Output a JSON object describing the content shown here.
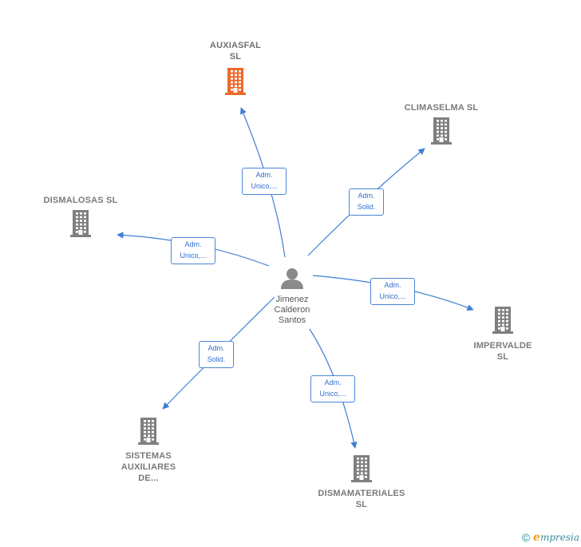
{
  "person": {
    "name": "Jimenez\nCalderon\nSantos",
    "icon": "person-icon"
  },
  "companies": [
    {
      "id": "auxiasfal",
      "name": "AUXIASFAL\nSL",
      "highlight": true,
      "color": "#f0682a",
      "icon": "building-icon"
    },
    {
      "id": "climaselma",
      "name": "CLIMASELMA SL",
      "highlight": false,
      "color": "#7f7f7f",
      "icon": "building-icon"
    },
    {
      "id": "dismalosas",
      "name": "DISMALOSAS SL",
      "highlight": false,
      "color": "#7f7f7f",
      "icon": "building-icon"
    },
    {
      "id": "impervalde",
      "name": "IMPERVALDE\nSL",
      "highlight": false,
      "color": "#7f7f7f",
      "icon": "building-icon"
    },
    {
      "id": "sistemas",
      "name": "SISTEMAS\nAUXILIARES\nDE...",
      "highlight": false,
      "color": "#7f7f7f",
      "icon": "building-icon"
    },
    {
      "id": "dismamateriales",
      "name": "DISMAMATERIALES\nSL",
      "highlight": false,
      "color": "#7f7f7f",
      "icon": "building-icon"
    }
  ],
  "edges": [
    {
      "target": "auxiasfal",
      "label": "Adm.\nUnico,..."
    },
    {
      "target": "climaselma",
      "label": "Adm.\nSolid."
    },
    {
      "target": "dismalosas",
      "label": "Adm.\nUnico,..."
    },
    {
      "target": "impervalde",
      "label": "Adm.\nUnico,..."
    },
    {
      "target": "sistemas",
      "label": "Adm.\nSolid."
    },
    {
      "target": "dismamateriales",
      "label": "Adm.\nUnico,..."
    }
  ],
  "colors": {
    "edge": "#3f7fd6",
    "company_default": "#7f7f7f",
    "company_highlight": "#f0682a",
    "person": "#8a8a8a"
  },
  "footer": {
    "copyright_symbol": "©",
    "brand_initial": "e",
    "brand_rest": "mpresia"
  }
}
